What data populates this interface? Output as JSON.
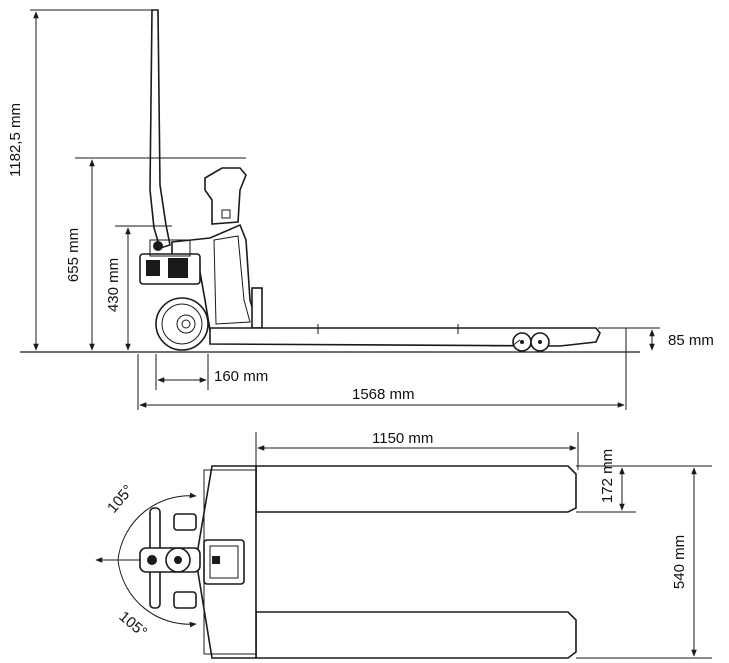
{
  "dimensions": {
    "height_total": "1182,5 mm",
    "height_handle": "655 mm",
    "height_frame": "430 mm",
    "fork_height": "85 mm",
    "wheel_offset": "160 mm",
    "length_total": "1568 mm",
    "fork_length": "1150 mm",
    "fork_width": "172 mm",
    "overall_width": "540 mm",
    "steer_angle_top": "105°",
    "steer_angle_bottom": "105°"
  },
  "colors": {
    "line": "#1a1a1a",
    "background": "#ffffff"
  }
}
